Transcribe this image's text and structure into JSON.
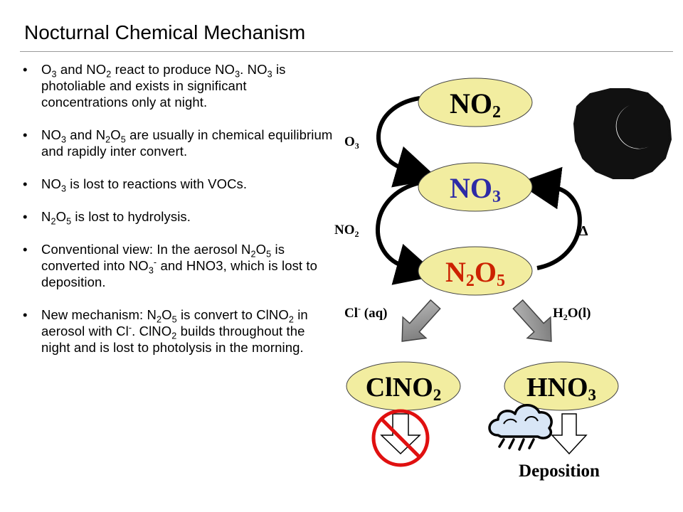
{
  "title": "Nocturnal Chemical Mechanism",
  "bullets": [
    {
      "segments": [
        {
          "t": "O"
        },
        {
          "t": "3",
          "sub": true
        },
        {
          "t": " and NO"
        },
        {
          "t": "2",
          "sub": true
        },
        {
          "t": " react to produce NO"
        },
        {
          "t": "3",
          "sub": true
        },
        {
          "t": ". NO"
        },
        {
          "t": "3",
          "sub": true
        },
        {
          "t": " is photoliable and exists in significant concentrations only at night."
        }
      ]
    },
    {
      "segments": [
        {
          "t": "NO"
        },
        {
          "t": "3",
          "sub": true
        },
        {
          "t": " and N"
        },
        {
          "t": "2",
          "sub": true
        },
        {
          "t": "O"
        },
        {
          "t": "5",
          "sub": true
        },
        {
          "t": " are usually in chemical equilibrium and rapidly inter convert."
        }
      ]
    },
    {
      "segments": [
        {
          "t": "NO"
        },
        {
          "t": "3",
          "sub": true
        },
        {
          "t": " is lost to reactions with VOCs."
        }
      ]
    },
    {
      "segments": [
        {
          "t": "N"
        },
        {
          "t": "2",
          "sub": true
        },
        {
          "t": "O"
        },
        {
          "t": "5",
          "sub": true
        },
        {
          "t": " is lost to hydrolysis."
        }
      ]
    },
    {
      "segments": [
        {
          "t": "Conventional view: In the aerosol N"
        },
        {
          "t": "2",
          "sub": true
        },
        {
          "t": "O"
        },
        {
          "t": "5",
          "sub": true
        },
        {
          "t": " is converted into NO"
        },
        {
          "t": "3",
          "sub": true
        },
        {
          "t": "-",
          "sup": true
        },
        {
          "t": " and HNO3, which is lost to deposition."
        }
      ]
    },
    {
      "segments": [
        {
          "t": "New mechanism: N"
        },
        {
          "t": "2",
          "sub": true
        },
        {
          "t": "O"
        },
        {
          "t": "5",
          "sub": true
        },
        {
          "t": " is convert to ClNO"
        },
        {
          "t": "2",
          "sub": true
        },
        {
          "t": " in aerosol with Cl"
        },
        {
          "t": "-",
          "sup": true
        },
        {
          "t": ". ClNO"
        },
        {
          "t": "2",
          "sub": true
        },
        {
          "t": " builds throughout the night and is lost to photolysis in the morning."
        }
      ]
    }
  ],
  "diagram": {
    "nodes": {
      "no2": {
        "main": "NO",
        "sub": "2"
      },
      "no3": {
        "main": "NO",
        "sub": "3"
      },
      "n2o5": {
        "a": "N",
        "b": "2",
        "c": "O",
        "d": "5"
      },
      "clno2": {
        "main": "ClNO",
        "sub": "2"
      },
      "hno3": {
        "main": "HNO",
        "sub": "3"
      }
    },
    "labels": {
      "o3": {
        "main": "O",
        "sub": "3"
      },
      "no2_reactant": {
        "main": "NO",
        "sub": "2"
      },
      "delta": "Δ",
      "cl": {
        "a": "Cl",
        "b": "-",
        "c": " (aq)"
      },
      "h2o": {
        "a": "H",
        "b": "2",
        "c": "O(l)"
      },
      "deposition": "Deposition"
    },
    "colors": {
      "node_fill": "#f2eda0",
      "no3_text": "#2d2ba6",
      "n2o5_text": "#cc2200",
      "black_text": "#000000",
      "no_symbol": "#e01010",
      "big_arrow": "#8c8c8c"
    },
    "icons": [
      "moon-icon",
      "rain-cloud-icon",
      "no-deposition-icon",
      "deposition-arrow-icon"
    ]
  }
}
